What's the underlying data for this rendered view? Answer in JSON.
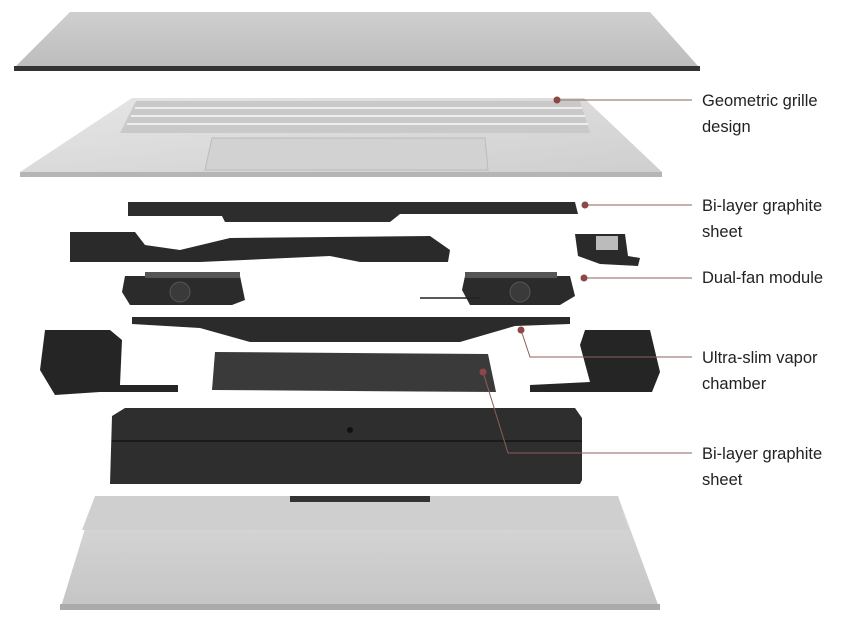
{
  "callouts": [
    {
      "id": "grille",
      "text": "Geometric grille\ndesign"
    },
    {
      "id": "graphite-top",
      "text": "Bi-layer graphite\nsheet"
    },
    {
      "id": "fan",
      "text": "Dual-fan module"
    },
    {
      "id": "vapor",
      "text": "Ultra-slim vapor\nchamber"
    },
    {
      "id": "graphite-bottom",
      "text": "Bi-layer graphite\nsheet"
    }
  ],
  "colors": {
    "leader": "#8c5f5a",
    "dot": "#8b4845",
    "text": "#222222",
    "part_dark": "#2b2b2b",
    "part_silver": "#d6d6d6"
  }
}
